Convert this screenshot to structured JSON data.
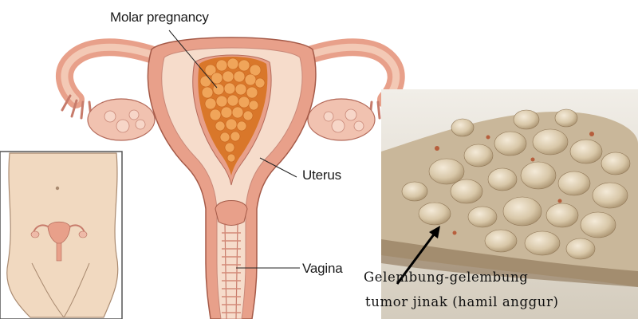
{
  "labels": {
    "molar_pregnancy": "Molar pregnancy",
    "uterus": "Uterus",
    "vagina": "Vagina"
  },
  "caption": {
    "line1": "Gelembung-gelembung",
    "line2": "tumor jinak (hamil anggur)"
  },
  "colors": {
    "tissue_outer": "#e8a08a",
    "tissue_inner": "#f3c9b5",
    "tissue_wall": "#f6dccb",
    "mole": "#d9772a",
    "mole_cluster": "#f0a55a",
    "skin": "#f2dcc4",
    "photo_bg": "#d8d2c6",
    "photo_tissue": "#c9b79a"
  }
}
